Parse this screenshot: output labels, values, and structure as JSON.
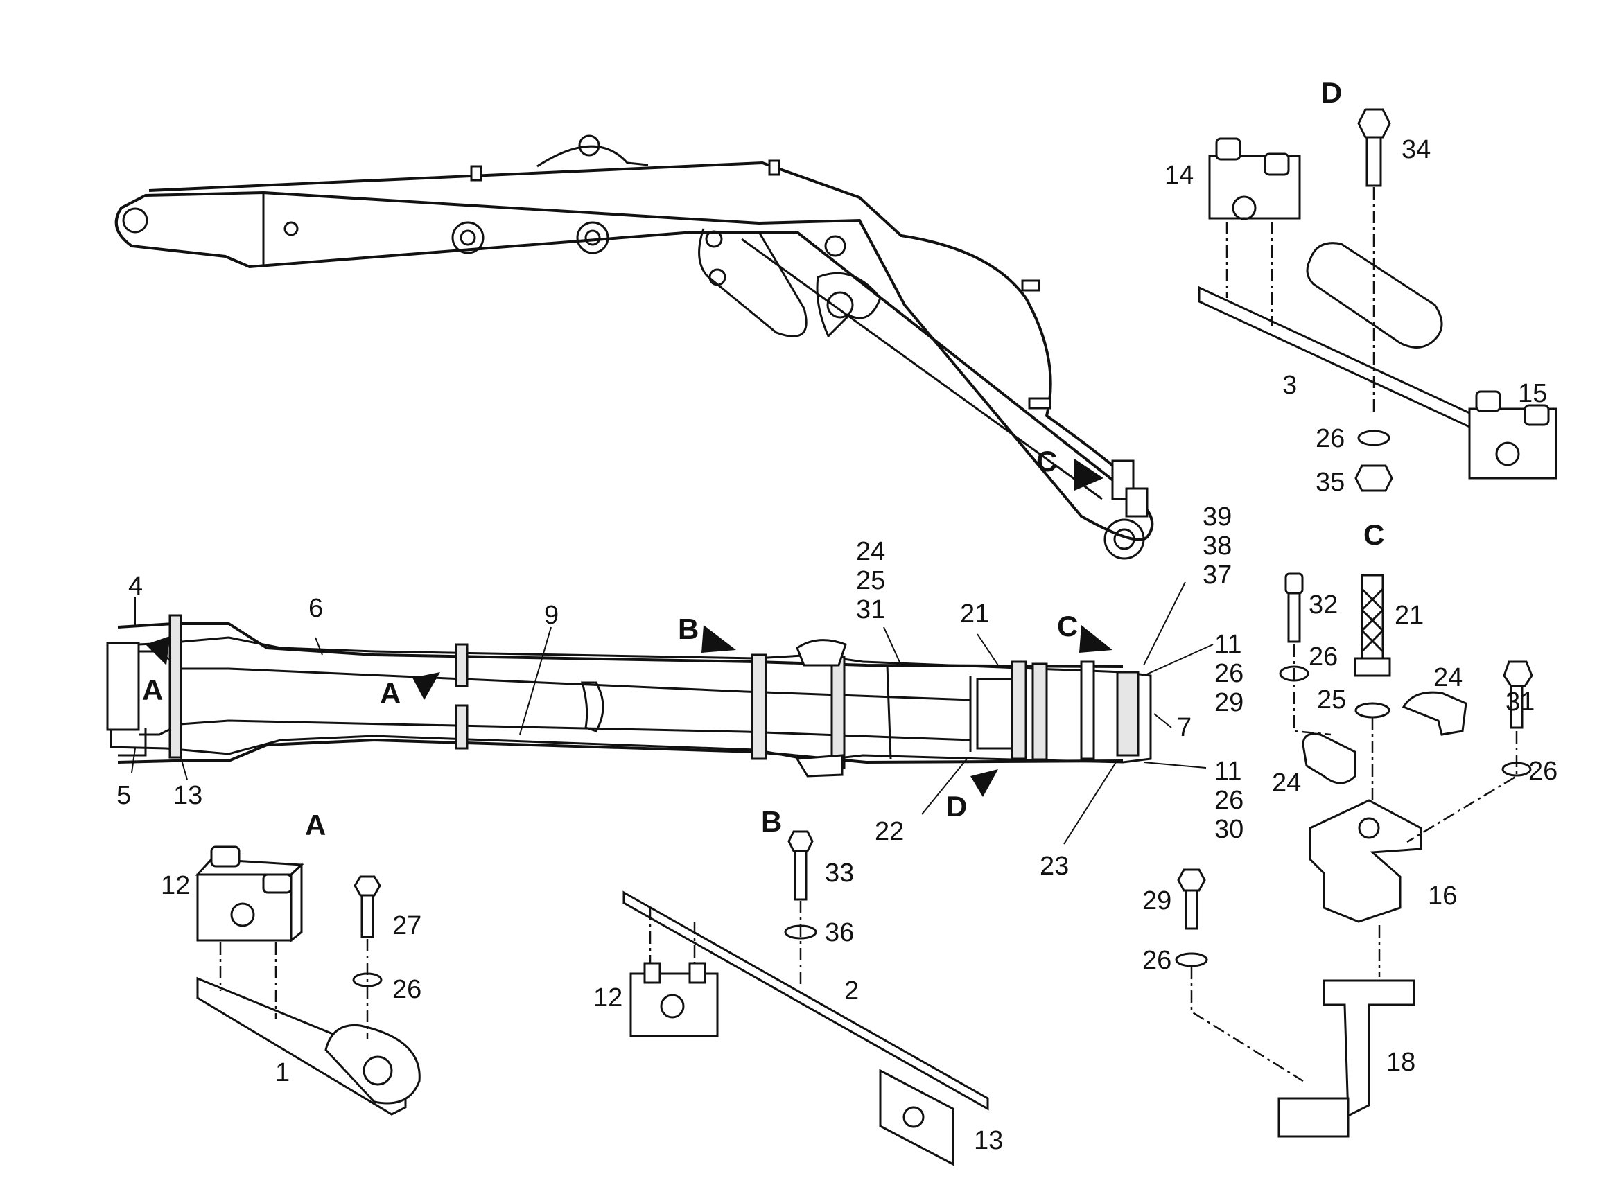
{
  "views": {
    "A": "A",
    "B": "B",
    "C": "C",
    "D": "D"
  },
  "arrows": {
    "c_top": "C",
    "a_left": "A",
    "a_mid": "A",
    "b": "B",
    "c_mid": "C",
    "d": "D"
  },
  "callouts": {
    "p1": "1",
    "p2": "2",
    "p3": "3",
    "p4": "4",
    "p5": "5",
    "p6": "6",
    "p7": "7",
    "p9": "9",
    "p11a": "11",
    "p26a": "26",
    "p29a": "29",
    "p11b": "11",
    "p26b": "26",
    "p30b": "30",
    "p12a": "12",
    "p12b": "12",
    "p13a": "13",
    "p13b": "13",
    "p14": "14",
    "p15": "15",
    "p16": "16",
    "p18": "18",
    "p21a": "21",
    "p21b": "21",
    "p22": "22",
    "p23": "23",
    "p24a": "24",
    "p25a": "25",
    "p31a": "31",
    "p24b": "24",
    "p24c": "24",
    "p25b": "25",
    "p26c": "26",
    "p26d": "26",
    "p26e": "26",
    "p26f": "26",
    "p26g": "26",
    "p27": "27",
    "p29b": "29",
    "p31b": "31",
    "p32": "32",
    "p33": "33",
    "p34": "34",
    "p35": "35",
    "p36": "36",
    "p37": "37",
    "p38": "38",
    "p39": "39"
  }
}
